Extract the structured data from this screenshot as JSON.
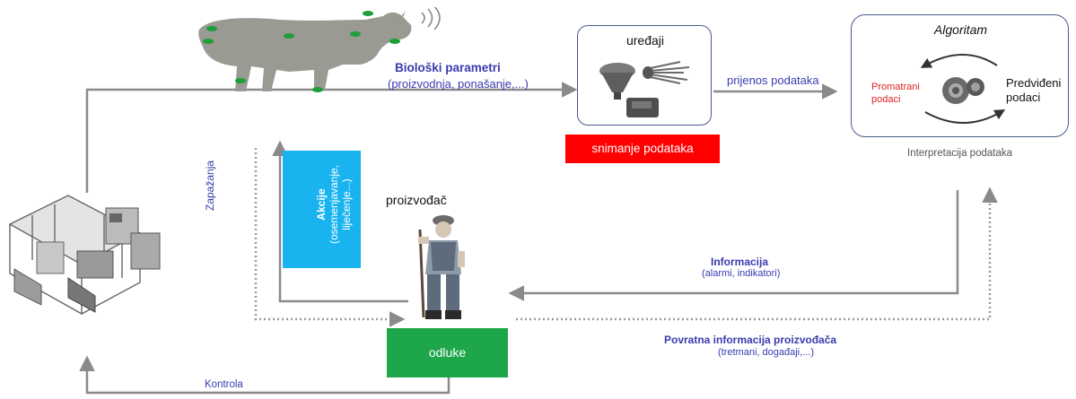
{
  "biological_params": {
    "title": "Biološki parametri",
    "subtitle": "(proizvodnja, ponašanje,...)"
  },
  "devices": {
    "label": "uređaji"
  },
  "recording": {
    "label": "snimanje podataka",
    "color": "#ff0000"
  },
  "transfer": {
    "label": "prijenos podataka"
  },
  "algorithm": {
    "title": "Algoritam",
    "observed": [
      "Promatrani",
      "podaci"
    ],
    "predicted": [
      "Predviđeni",
      "podaci"
    ],
    "observed_color": "#e02020",
    "caption": "Interpretacija podataka"
  },
  "producer": {
    "label": "proizvođač"
  },
  "actions": {
    "title": "Akcije",
    "subtitle": "(osemenjavanje, liječenje...)",
    "color": "#19b4f0"
  },
  "observations": {
    "label": "Zapažanja"
  },
  "information": {
    "title": "Informacija",
    "subtitle": "(alarmi, indikatori)"
  },
  "feedback": {
    "title": "Povratna informacija proizvođača",
    "subtitle": "(tretmani, događaji,...)"
  },
  "decisions": {
    "label": "odluke",
    "color": "#1ea64b"
  },
  "control": {
    "label": "Kontrola"
  },
  "colors": {
    "accent_text": "#3a3ab0",
    "arrow": "#8a8a8a",
    "frame": "#4a5a8c",
    "sensor_dot": "#1e9e3a"
  }
}
